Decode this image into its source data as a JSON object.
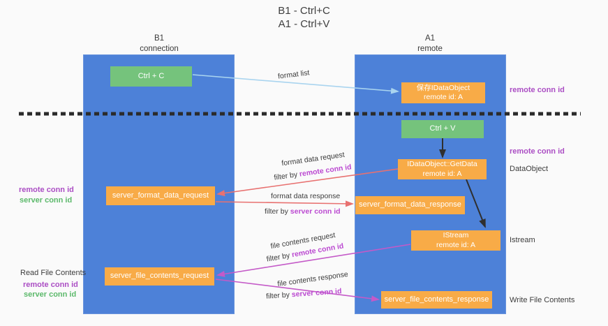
{
  "title": {
    "line1": "B1 - Ctrl+C",
    "line2": "A1 - Ctrl+V"
  },
  "lanes": {
    "left": {
      "name": "B1",
      "sub": "connection"
    },
    "right": {
      "name": "A1",
      "sub": "remote"
    }
  },
  "nodes": {
    "ctrl_c": {
      "label": "Ctrl + C"
    },
    "ctrl_v": {
      "label": "Ctrl + V"
    },
    "save_idataobject": {
      "line1": "保存IDataObject",
      "line2": "remote id: A"
    },
    "getdata": {
      "line1": "IDataObject::GetData",
      "line2": "remote id: A"
    },
    "format_request": {
      "label": "server_format_data_request"
    },
    "format_response": {
      "label": "server_format_data_response"
    },
    "istream": {
      "line1": "IStream",
      "line2": "remote id: A"
    },
    "file_request": {
      "label": "server_file_contents_request"
    },
    "file_response": {
      "label": "server_file_contents_response"
    }
  },
  "edge_labels": {
    "format_list": "format list",
    "format_data_request": "format data request",
    "format_data_response": "format data response",
    "file_contents_request": "file contents request",
    "file_contents_response": "file contents response",
    "filter_by": "filter by ",
    "remote_conn_id": "remote conn id",
    "server_conn_id": "server conn id"
  },
  "side_labels": {
    "right_top_remote": "remote conn id",
    "right_mid_remote": "remote conn id",
    "dataobject": "DataObject",
    "istream": "Istream",
    "write_file_contents": "Write File Contents",
    "left_remote_1": "remote conn id",
    "left_server_1": "server conn id",
    "read_file_contents": "Read File Contents",
    "left_remote_2": "remote conn id",
    "left_server_2": "server conn id"
  },
  "colors": {
    "lane_blue": "#4d81d8",
    "node_green": "#75c37c",
    "node_orange": "#f8ab47",
    "arrow_light_blue": "#a9d4ef",
    "arrow_black": "#2f2f2f",
    "arrow_salmon": "#e87170",
    "arrow_magenta": "#c45ac8",
    "divider_dark": "#2b2b2b",
    "text_purple": "#ab4ec4",
    "text_green": "#5cb96b"
  }
}
